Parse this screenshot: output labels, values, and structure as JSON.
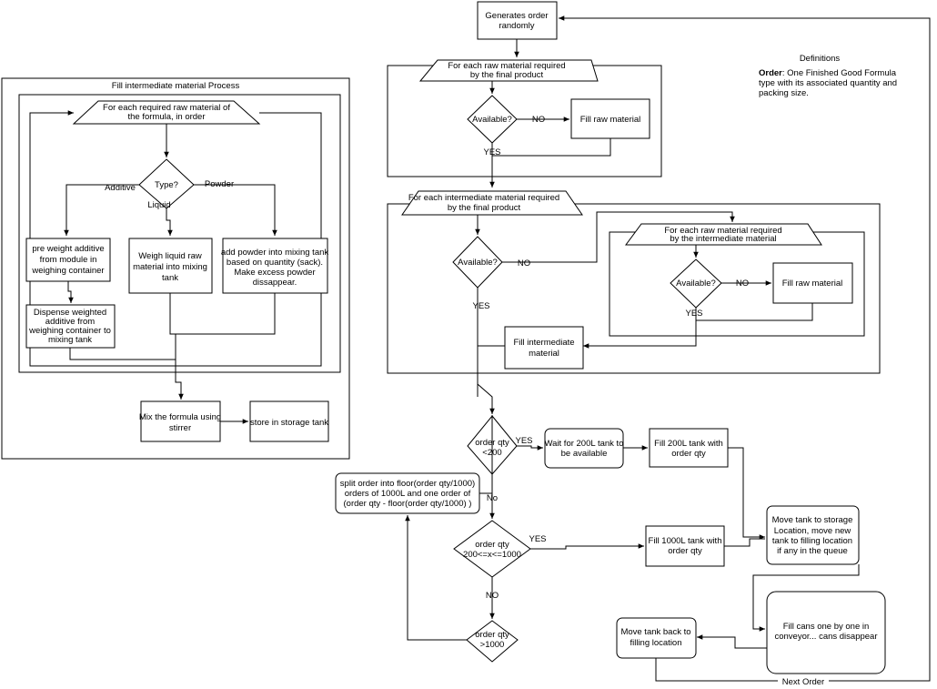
{
  "left_process": {
    "title": "Fill intermediate material Process",
    "loop": [
      "For each required raw material of",
      "the formula, in order"
    ],
    "decision": "Type?",
    "branch_additive": "Additive",
    "branch_liquid": "Liquid",
    "branch_powder": "Powder",
    "additive_box": [
      "pre weight additive",
      "from module in",
      "weighing container"
    ],
    "dispense_box": [
      "Dispense weighted",
      "additive from",
      "weighing container to",
      "mixing tank"
    ],
    "liquid_box": [
      "Weigh liquid raw",
      "material into mixing",
      "tank"
    ],
    "powder_box": [
      "add powder into mixing tank",
      "based on quantity (sack).",
      "Make excess powder",
      "dissappear."
    ],
    "mix_box": [
      "Mix the formula using",
      "stirrer"
    ],
    "store_box": [
      "store in storage tank"
    ]
  },
  "definitions": {
    "title": "Definitions",
    "term": "Order",
    "text": [
      ": One Finished Good Formula",
      "type with its associated quantity and",
      "packing size."
    ]
  },
  "main_flow": {
    "generate": [
      "Generates order",
      "randomly"
    ],
    "loop_raw": [
      "For each raw material required",
      "by the final product"
    ],
    "available_1": "Available?",
    "no_1": "NO",
    "yes_1": "YES",
    "fill_raw_1": "Fill raw material",
    "loop_intermediate": [
      "For each intermediate material required",
      "by the final product"
    ],
    "available_2": "Available?",
    "no_2": "NO",
    "yes_2": "YES",
    "loop_raw_inter": [
      "For each raw material required",
      "by the intermediate material"
    ],
    "available_3": "Available?",
    "no_3": "NO",
    "yes_3": "YES",
    "fill_raw_2": "Fill raw material",
    "fill_intermediate": [
      "Fill intermediate",
      "material"
    ],
    "order_lt200": [
      "order qty",
      "<200"
    ],
    "yes_4": "YES",
    "wait_200": [
      "Wait for 200L tank to",
      "be available"
    ],
    "fill_200": [
      "Fill 200L tank with",
      "order qty"
    ],
    "no_4": "No",
    "order_mid": [
      "order qty",
      "200<=x<=1000"
    ],
    "yes_5": "YES",
    "fill_1000": [
      "Fill 1000L tank with",
      "order qty"
    ],
    "no_5": "NO",
    "order_gt1000": [
      "order qty",
      ">1000"
    ],
    "split": [
      "split order into floor(order qty/1000)",
      "orders of 1000L and one order of",
      "(order qty - floor(order qty/1000) )"
    ],
    "move_storage": [
      "Move tank to storage",
      "Location, move new",
      "tank to filling location",
      "if any in the queue"
    ],
    "fill_cans": [
      "Fill cans one by one in",
      "conveyor... cans disappear"
    ],
    "move_back": [
      "Move tank back to",
      "filling location"
    ],
    "next_order": "Next Order"
  }
}
